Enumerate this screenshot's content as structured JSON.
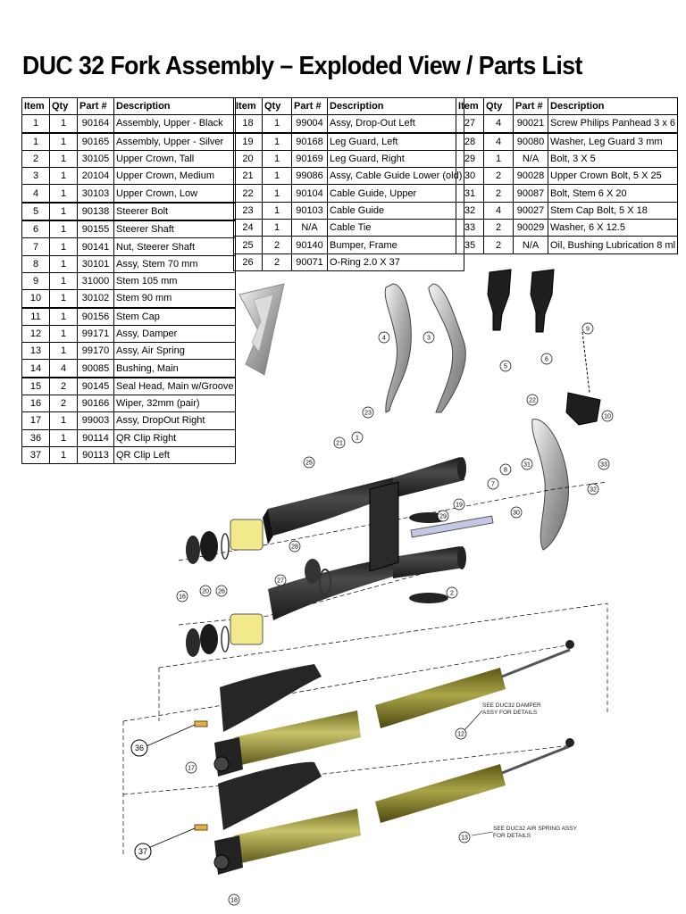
{
  "title": "DUC 32 Fork Assembly – Exploded View / Parts List",
  "headers": {
    "item": "Item",
    "qty": "Qty",
    "part": "Part #",
    "desc": "Description"
  },
  "table1": [
    {
      "item": "1",
      "qty": "1",
      "part": "90164",
      "desc": "Assembly, Upper - Black"
    },
    {
      "item": "1",
      "qty": "1",
      "part": "90165",
      "desc": "Assembly, Upper - Silver"
    },
    {
      "item": "2",
      "qty": "1",
      "part": "30105",
      "desc": "Upper Crown, Tall"
    },
    {
      "item": "3",
      "qty": "1",
      "part": "20104",
      "desc": "Upper Crown, Medium"
    },
    {
      "item": "4",
      "qty": "1",
      "part": "30103",
      "desc": "Upper Crown, Low"
    },
    {
      "item": "5",
      "qty": "1",
      "part": "90138",
      "desc": "Steerer Bolt"
    },
    {
      "item": "6",
      "qty": "1",
      "part": "90155",
      "desc": "Steerer Shaft"
    },
    {
      "item": "7",
      "qty": "1",
      "part": "90141",
      "desc": "Nut, Steerer Shaft"
    },
    {
      "item": "8",
      "qty": "1",
      "part": "30101",
      "desc": "Assy, Stem 70 mm"
    },
    {
      "item": "9",
      "qty": "1",
      "part": "31000",
      "desc": "Stem 105 mm"
    },
    {
      "item": "10",
      "qty": "1",
      "part": "30102",
      "desc": "Stem 90 mm"
    },
    {
      "item": "11",
      "qty": "1",
      "part": "90156",
      "desc": "Stem Cap"
    },
    {
      "item": "12",
      "qty": "1",
      "part": "99171",
      "desc": "Assy, Damper"
    },
    {
      "item": "13",
      "qty": "1",
      "part": "99170",
      "desc": "Assy, Air Spring"
    },
    {
      "item": "14",
      "qty": "4",
      "part": "90085",
      "desc": "Bushing, Main"
    },
    {
      "item": "15",
      "qty": "2",
      "part": "90145",
      "desc": "Seal Head, Main w/Groove"
    },
    {
      "item": "16",
      "qty": "2",
      "part": "90166",
      "desc": "Wiper, 32mm (pair)"
    },
    {
      "item": "17",
      "qty": "1",
      "part": "99003",
      "desc": "Assy, DropOut Right"
    },
    {
      "item": "36",
      "qty": "1",
      "part": "90114",
      "desc": "QR Clip Right"
    },
    {
      "item": "37",
      "qty": "1",
      "part": "90113",
      "desc": "QR Clip Left"
    }
  ],
  "table2": [
    {
      "item": "18",
      "qty": "1",
      "part": "99004",
      "desc": "Assy, Drop-Out Left"
    },
    {
      "item": "19",
      "qty": "1",
      "part": "90168",
      "desc": "Leg Guard, Left"
    },
    {
      "item": "20",
      "qty": "1",
      "part": "90169",
      "desc": "Leg Guard, Right"
    },
    {
      "item": "21",
      "qty": "1",
      "part": "99086",
      "desc": "Assy, Cable Guide Lower (old)"
    },
    {
      "item": "22",
      "qty": "1",
      "part": "90104",
      "desc": "Cable Guide, Upper"
    },
    {
      "item": "23",
      "qty": "1",
      "part": "90103",
      "desc": "Cable Guide"
    },
    {
      "item": "24",
      "qty": "1",
      "part": "N/A",
      "desc": "Cable Tie"
    },
    {
      "item": "25",
      "qty": "2",
      "part": "90140",
      "desc": "Bumper, Frame"
    },
    {
      "item": "26",
      "qty": "2",
      "part": "90071",
      "desc": "O-Ring 2.0 X 37"
    }
  ],
  "table3": [
    {
      "item": "27",
      "qty": "4",
      "part": "90021",
      "desc": "Screw Philips Panhead 3 x 6"
    },
    {
      "item": "28",
      "qty": "4",
      "part": "90080",
      "desc": "Washer, Leg Guard 3 mm"
    },
    {
      "item": "29",
      "qty": "1",
      "part": "N/A",
      "desc": "Bolt, 3 X 5"
    },
    {
      "item": "30",
      "qty": "2",
      "part": "90028",
      "desc": "Upper Crown Bolt, 5 X 25"
    },
    {
      "item": "31",
      "qty": "2",
      "part": "90087",
      "desc": "Bolt, Stem 6 X 20"
    },
    {
      "item": "32",
      "qty": "4",
      "part": "90027",
      "desc": "Stem Cap Bolt, 5 X 18"
    },
    {
      "item": "33",
      "qty": "2",
      "part": "90029",
      "desc": "Washer, 6 X 12.5"
    },
    {
      "item": "35",
      "qty": "2",
      "part": "N/A",
      "desc": "Oil, Bushing Lubrication 8 ml"
    }
  ],
  "diagram": {
    "damper_note_1": "SEE DUC32 DAMPER",
    "damper_note_2": "ASSY FOR DETAILS",
    "air_note_1": "SEE DUC32 AIR SPRING ASSY",
    "air_note_2": "FOR DETAILS",
    "callout_36": "36",
    "callout_37": "37",
    "callouts": [
      "4",
      "3",
      "5",
      "6",
      "9",
      "10",
      "22",
      "23",
      "21",
      "1",
      "25",
      "29",
      "19",
      "16",
      "20",
      "26",
      "28",
      "27",
      "8",
      "31",
      "7",
      "30",
      "33",
      "32",
      "2",
      "12",
      "13",
      "17",
      "18"
    ]
  },
  "colors": {
    "upper_tube": "#2e2e2e",
    "lower_leg": "#2a2a2a",
    "stanchion": "#b9b35a",
    "damper": "#8f8a2f",
    "bushing": "#f2ea8a",
    "axle": "#c4c7e6"
  }
}
